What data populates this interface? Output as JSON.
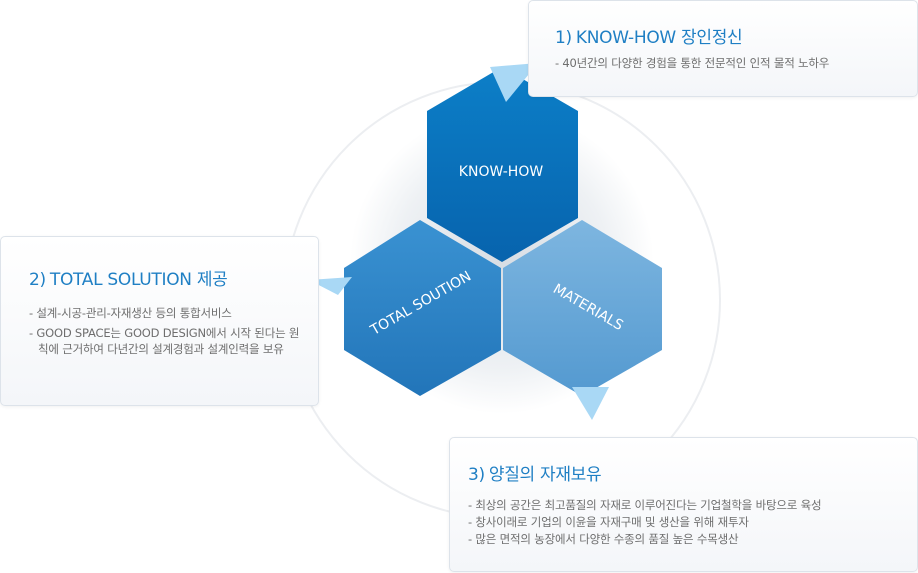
{
  "hexagons": {
    "knowhow": {
      "label": "KNOW-HOW"
    },
    "total": {
      "label": "TOTAL SOUTION"
    },
    "materials": {
      "label": "MATERIALS"
    }
  },
  "boxes": {
    "box1": {
      "number": "1)",
      "title": "KNOW-HOW 장인정신",
      "items": [
        "40년간의 다양한 경험을 통한 전문적인 인적 물적 노하우"
      ]
    },
    "box2": {
      "number": "2)",
      "title": "TOTAL SOLUTION 제공",
      "items": [
        "설계-시공-관리-자재생산 등의 통합서비스",
        "GOOD SPACE는 GOOD DESIGN에서 시작 된다는 원칙에 근거하여 다년간의 설계경험과 설계인력을 보유"
      ]
    },
    "box3": {
      "number": "3)",
      "title": "양질의 자재보유",
      "items": [
        "최상의 공간은 최고품질의 자재로 이루어진다는 기업철학을 바탕으로 육성",
        "창사이래로 기업의 이윤을 자재구매 및 생산을 위해 재투자",
        "많은 면적의 농장에서 다양한 수종의 품질 높은 수목생산"
      ]
    }
  },
  "colors": {
    "knowhow": "#0a74c0",
    "total": "#2f86c8",
    "materials": "#6aa8d8",
    "title": "#1f7fc4",
    "arrow": "#a9d8f5"
  }
}
